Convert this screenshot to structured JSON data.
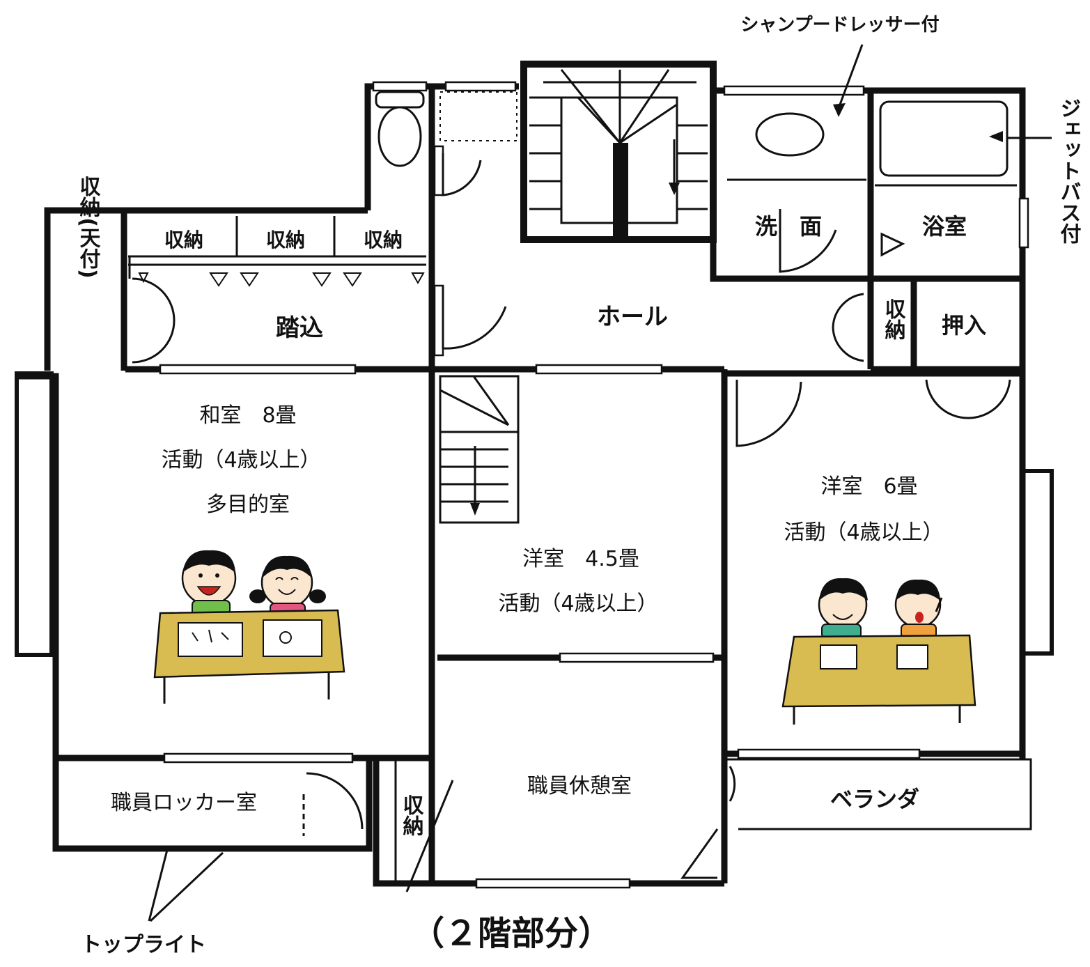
{
  "title": "（２階部分）",
  "rooms": {
    "washitsu": {
      "l1": "和室　8畳",
      "l2": "活動（4歳以上）",
      "l3": "多目的室"
    },
    "yoshitsu45": {
      "l1": "洋室　4.5畳",
      "l2": "活動（4歳以上）"
    },
    "yoshitsu6": {
      "l1": "洋室　6畳",
      "l2": "活動（4歳以上）"
    },
    "locker": "職員ロッカー室",
    "kyukei": "職員休憩室",
    "hall": "ホール",
    "fumikomi": "踏込",
    "senmen": "洗　面",
    "yokushitsu": "浴室",
    "oshiire": "押入",
    "veranda": "ベランダ",
    "shuno": "収納",
    "shuno_ten": "収納(天付)"
  },
  "notes": {
    "shampoo": "シャンプードレッサー付",
    "jet": "ジェットバス付",
    "toplight": "トップライト"
  },
  "colors": {
    "table": "#d8bc52",
    "shirt_green": "#6fbf4a",
    "shirt_pink": "#e2567f",
    "shirt_teal": "#3fae8e",
    "shirt_orange": "#f0a03c"
  }
}
